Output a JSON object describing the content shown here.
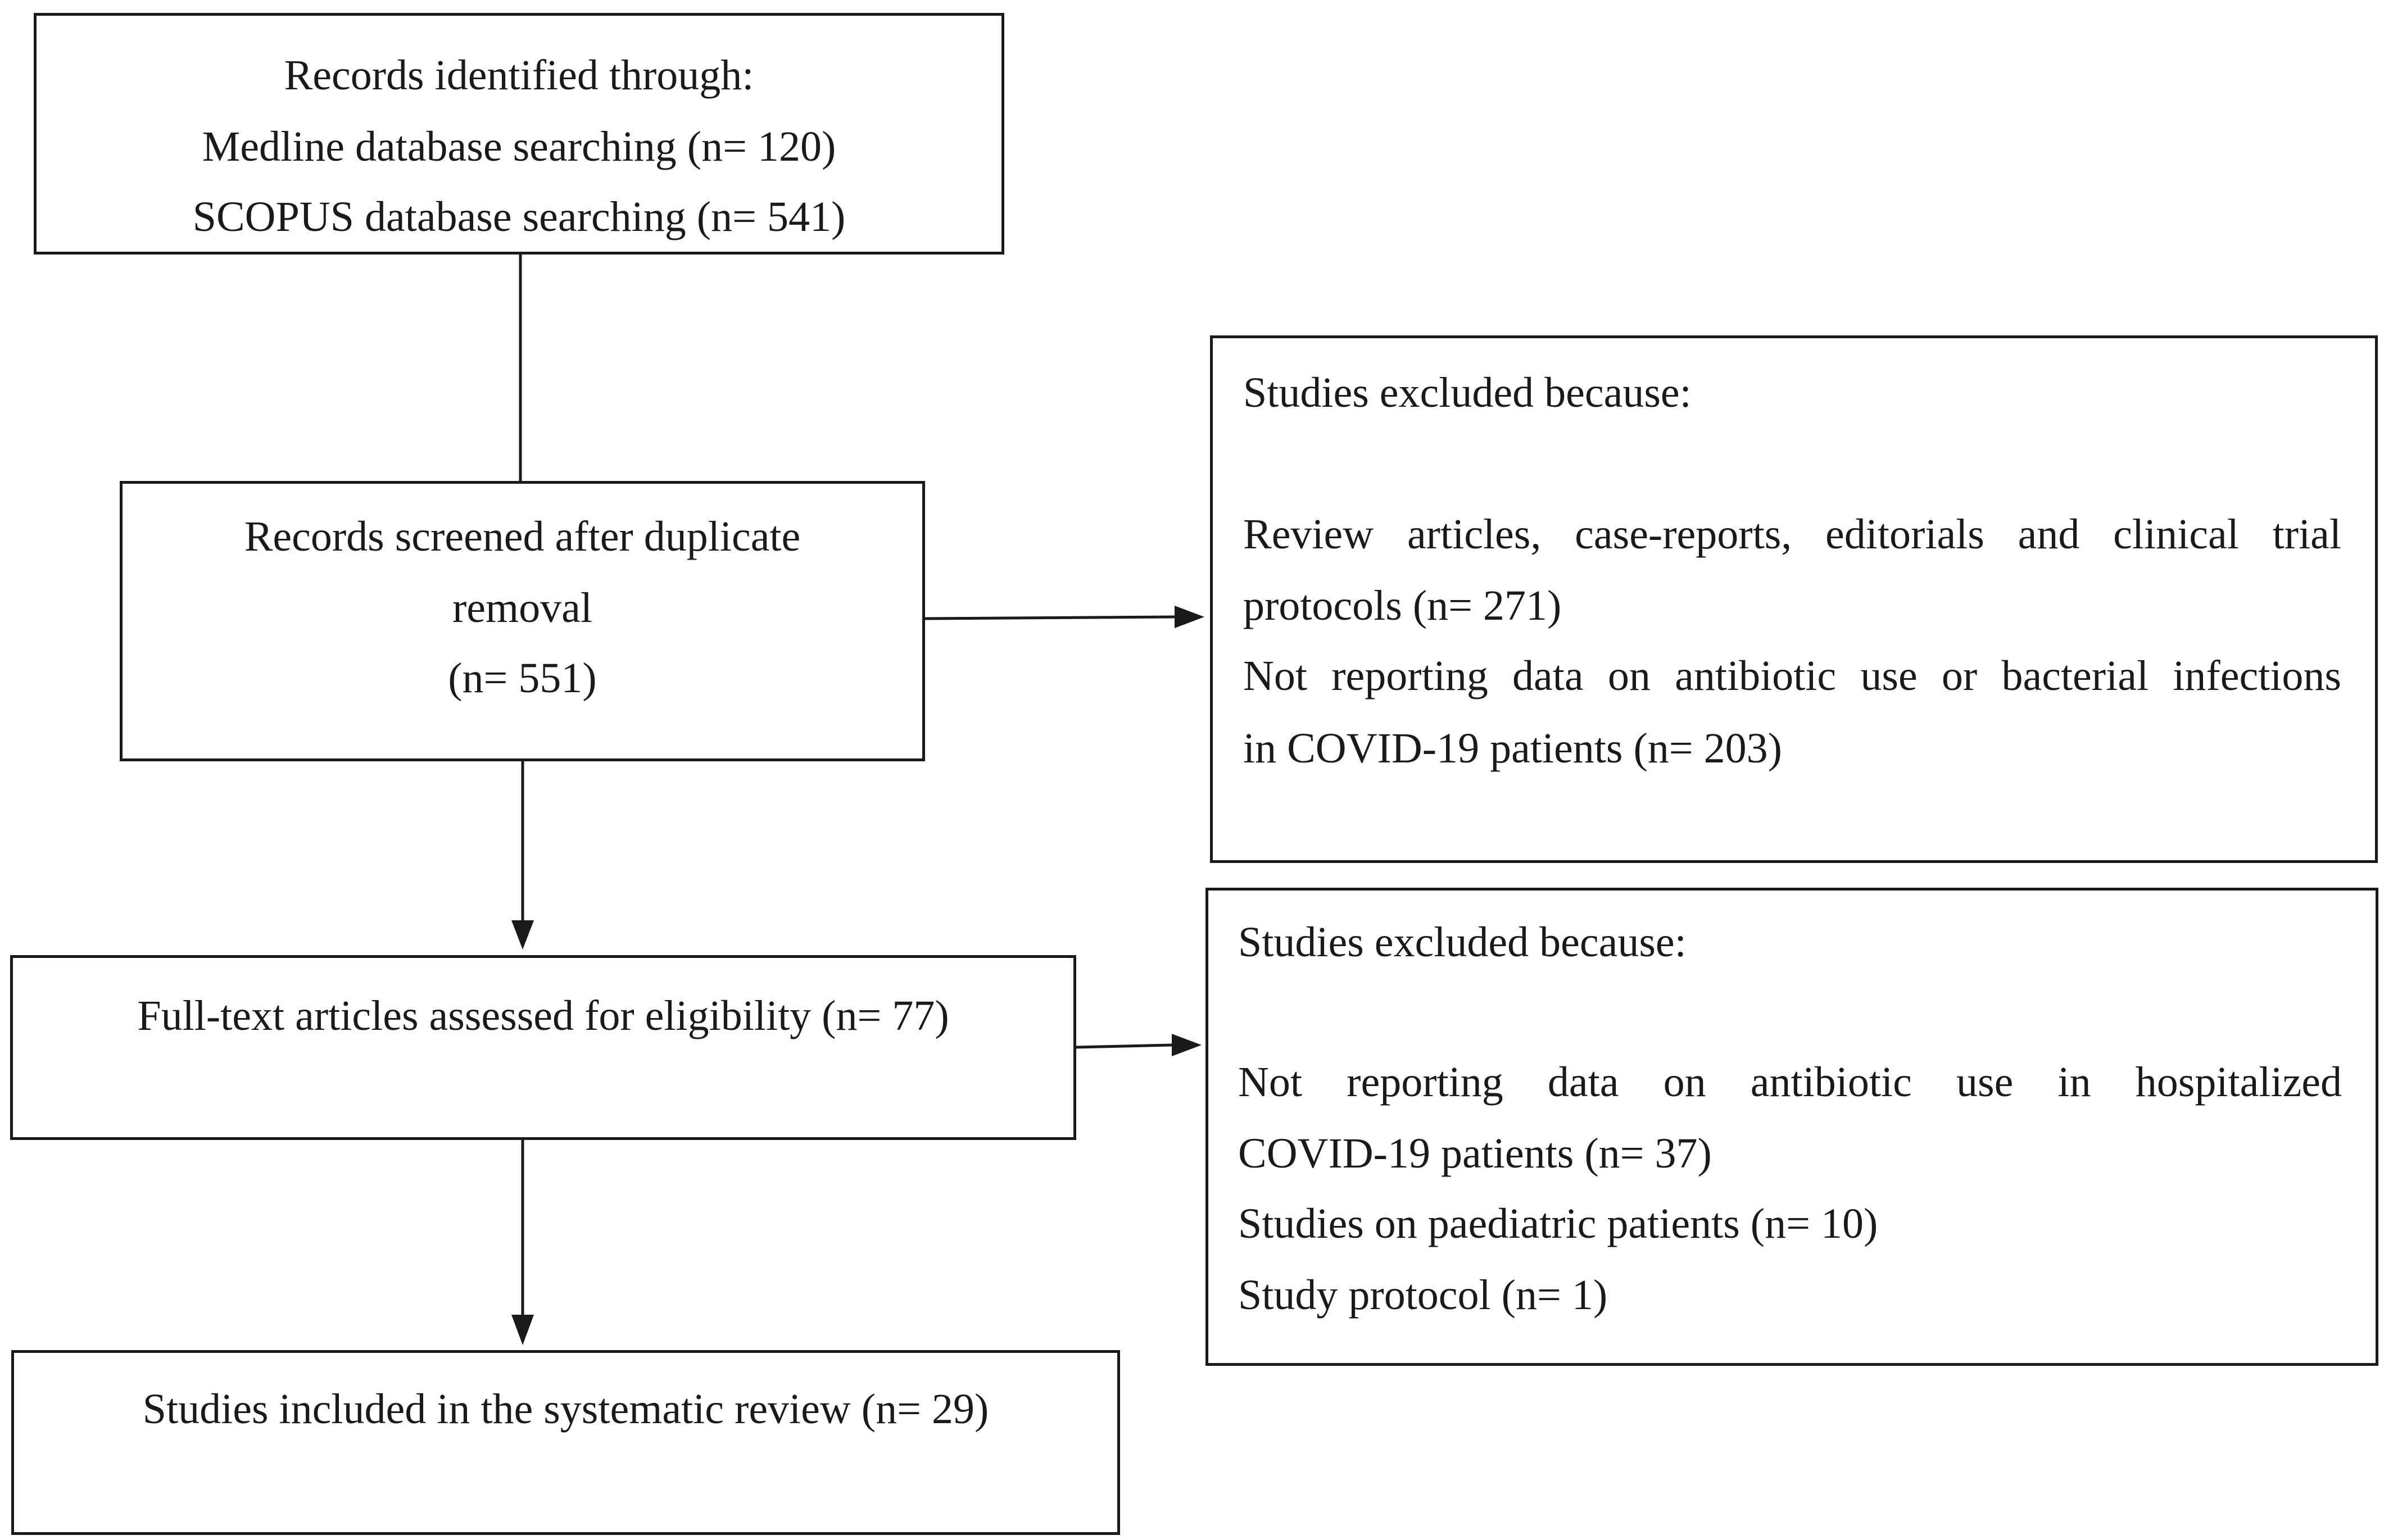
{
  "identification": {
    "lines": [
      "Records identified through:",
      "Medline database searching (n= 120)",
      "SCOPUS database searching (n= 541)"
    ]
  },
  "screening": {
    "lines": [
      "Records screened after duplicate",
      "removal",
      "(n= 551)"
    ]
  },
  "exclusion_1": {
    "heading": "Studies excluded because:",
    "lines": [
      "Review articles, case-reports, editorials and clinical trial",
      "protocols (n= 271)",
      "Not reporting data on antibiotic use or bacterial infections",
      "in COVID-19 patients (n= 203)"
    ]
  },
  "eligibility": {
    "label": "Full-text articles assessed for eligibility (n= 77)"
  },
  "exclusion_2": {
    "heading": "Studies excluded because:",
    "lines": [
      "Not reporting data on antibiotic use in hospitalized",
      "COVID-19 patients (n= 37)",
      "Studies on paediatric patients (n= 10)",
      "Study protocol (n= 1)"
    ]
  },
  "included": {
    "label": "Studies included in the systematic review (n= 29)"
  }
}
